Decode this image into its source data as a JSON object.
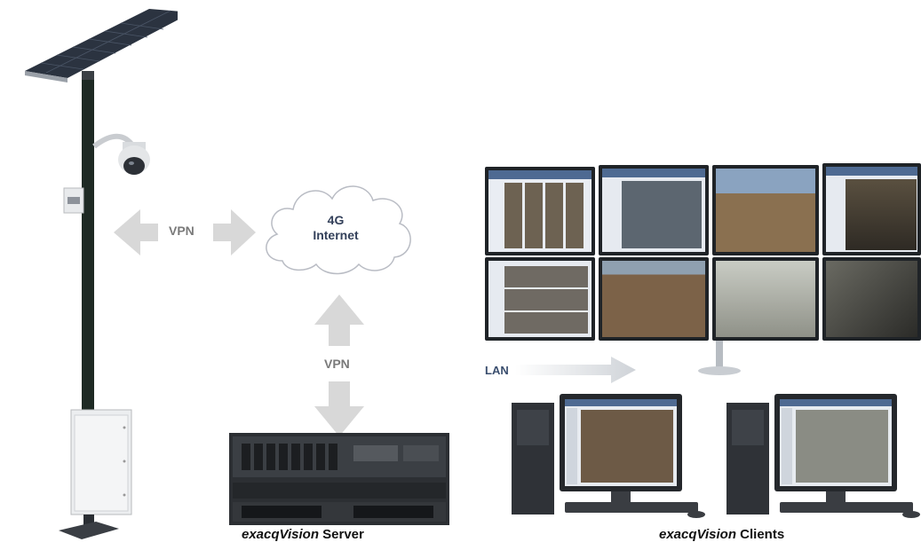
{
  "labels": {
    "vpn_left": "VPN",
    "vpn_down": "VPN",
    "cloud_line1": "4G",
    "cloud_line2": "Internet",
    "lan": "LAN"
  },
  "captions": {
    "server_italic": "exacqVision",
    "server_rest": " Server",
    "clients_italic": "exacqVision",
    "clients_rest": " Clients"
  },
  "colors": {
    "arrow": "#d8d8d8",
    "pole": "#1e2a24",
    "cloud_stroke": "#b9bcc4"
  }
}
